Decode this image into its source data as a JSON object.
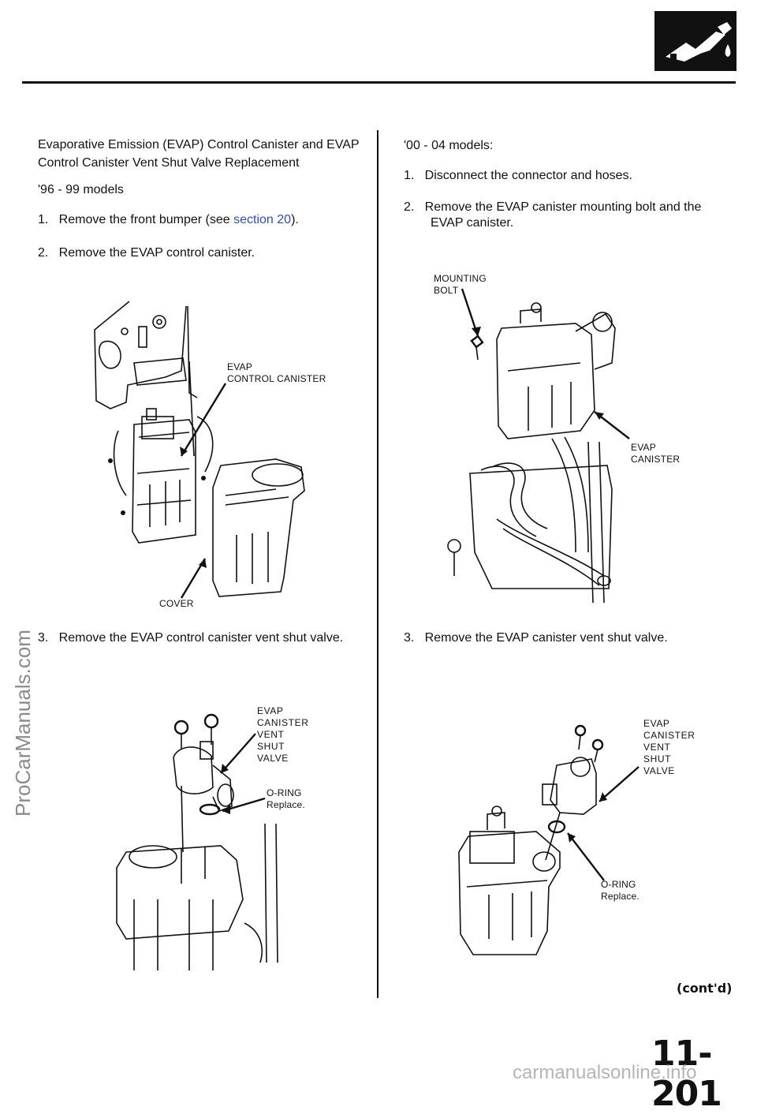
{
  "heading": {
    "line1": "Evaporative Emission (EVAP) Control Canister and EVAP",
    "line2": "Control Canister Vent Shut Valve Replacement"
  },
  "left": {
    "models": "'96 - 99 models",
    "step1_prefix": "1.   Remove the front bumper (see ",
    "step1_link": "section 20",
    "step1_suffix": ").",
    "step2": "2.   Remove the EVAP control canister.",
    "label_evap_canister_1": "EVAP",
    "label_evap_canister_2": "CONTROL  CANISTER",
    "label_cover": "COVER",
    "step3": "3.   Remove the EVAP control canister vent shut valve.",
    "valve_label": [
      "EVAP",
      "CANISTER",
      "VENT",
      "SHUT",
      "VALVE"
    ],
    "oring_label_1": "O-RING",
    "oring_label_2": "Replace."
  },
  "right": {
    "models": "'00 - 04  models:",
    "step1": "1.   Disconnect the connector and hoses.",
    "step2_line1": "2.   Remove the EVAP canister mounting bolt and the",
    "step2_line2": "EVAP canister.",
    "label_bolt_1": "MOUNTING",
    "label_bolt_2": "BOLT",
    "label_canister_1": "EVAP",
    "label_canister_2": "CANISTER",
    "step3": "3.   Remove the EVAP canister vent shut valve.",
    "valve_label": [
      "EVAP",
      "CANISTER",
      "VENT",
      "SHUT",
      "VALVE"
    ],
    "oring_label_1": "O-RING",
    "oring_label_2": "Replace."
  },
  "footer": {
    "contd": "(cont'd)",
    "page_number": "11-201"
  },
  "watermarks": {
    "side": "ProCarManuals.com",
    "bottom": "carmanualsonline.info"
  },
  "icons": {
    "section_logo": "fuel-nozzle-icon"
  }
}
